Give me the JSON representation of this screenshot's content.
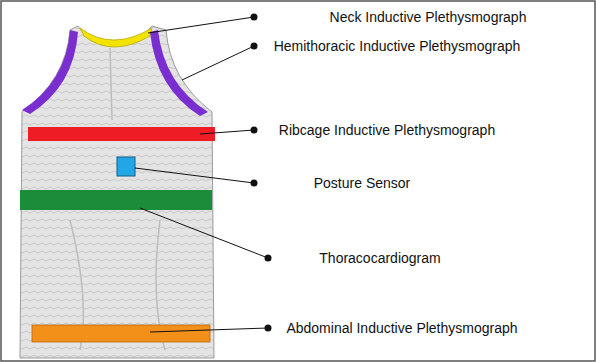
{
  "diagram": {
    "labels": [
      "Neck Inductive Plethysmograph",
      "Hemithoracic Inductive Plethysmograph",
      "Ribcage Inductive Plethysmograph",
      "Posture Sensor",
      "Thoracocardiogram",
      "Abdominal Inductive Plethysmograph"
    ]
  }
}
